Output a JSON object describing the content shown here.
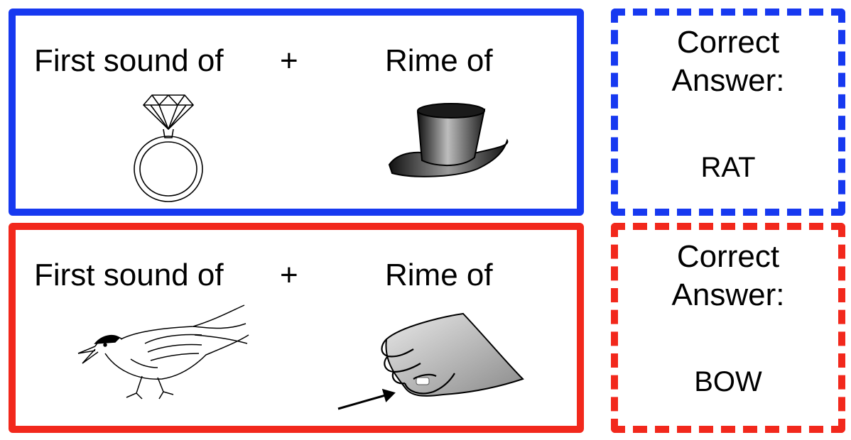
{
  "rows": [
    {
      "first_label": "First sound of",
      "plus": "+",
      "rime_label": "Rime of",
      "first_picture": "ring",
      "rime_picture": "top-hat",
      "answer_title_line1": "Correct",
      "answer_title_line2": "Answer:",
      "answer_word": "RAT",
      "color": "#1739f0"
    },
    {
      "first_label": "First sound of",
      "plus": "+",
      "rime_label": "Rime of",
      "first_picture": "bird",
      "rime_picture": "toe",
      "answer_title_line1": "Correct",
      "answer_title_line2": "Answer:",
      "answer_word": "BOW",
      "color": "#f2281c"
    }
  ]
}
